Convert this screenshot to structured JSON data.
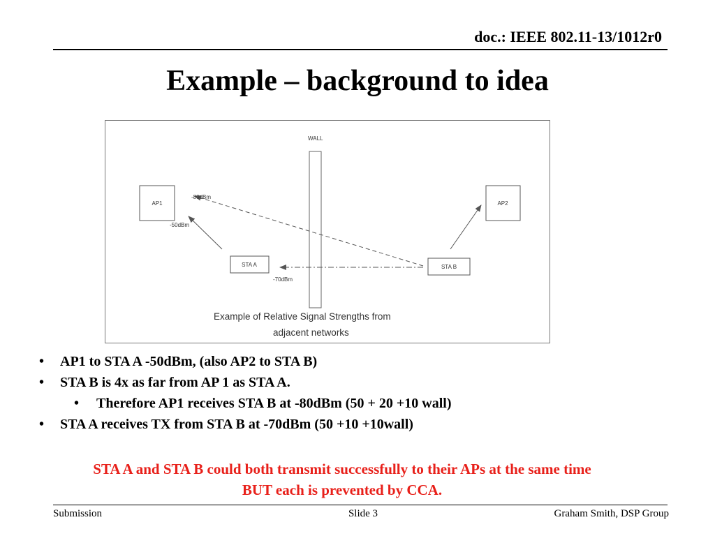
{
  "header": {
    "doc_id": "doc.: IEEE 802.11-13/1012r0"
  },
  "slide": {
    "title": "Example – background to idea"
  },
  "figure": {
    "wall_label": "WALL",
    "ap1_label": "AP1",
    "ap2_label": "AP2",
    "sta_a_label": "STA A",
    "sta_b_label": "STA B",
    "signal_80": "-80dBm",
    "signal_50": "-50dBm",
    "signal_70": "-70dBm",
    "caption_line1": "Example of Relative Signal Strengths from",
    "caption_line2": "adjacent networks"
  },
  "bullets": [
    {
      "symbol": "•",
      "text": "AP1 to STA A -50dBm, (also AP2 to STA B)"
    },
    {
      "symbol": "•",
      "text": "STA B is 4x as far from AP 1 as STA A."
    },
    {
      "symbol": "•",
      "text": "Therefore AP1 receives STA B at -80dBm (50 + 20 +10 wall)"
    },
    {
      "symbol": "•",
      "text": "STA A receives TX from STA B at -70dBm (50 +10 +10wall)"
    }
  ],
  "conclusion": {
    "line1": "STA A and STA B could both transmit successfully to their APs at the same time",
    "line2": "BUT each is prevented by CCA."
  },
  "footer": {
    "left": "Submission",
    "center": "Slide 3",
    "right": "Graham Smith, DSP Group"
  },
  "colors": {
    "conclusion": "#e8201a",
    "figure_border": "#777777"
  }
}
